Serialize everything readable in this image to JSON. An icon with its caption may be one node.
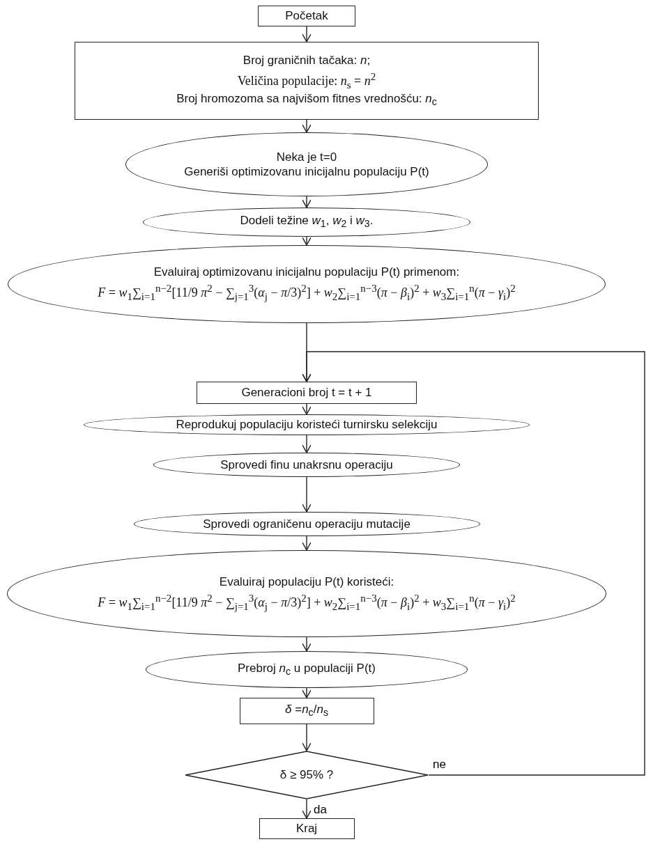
{
  "diagram": {
    "nodes": [
      {
        "text": [
          "Početak"
        ]
      },
      {
        "text": [
          "Broj graničnih tačaka: *n*;",
          "Veličina populacije: *n*$_{s}$ = *n*$^{2}$",
          "Broj hromozoma sa najvišom fitnes vrednošću: *n*$_{c}$"
        ]
      },
      {
        "text": [
          "Neka je t=0",
          "Generiši optimizovanu inicijalnu populaciju P(t)"
        ]
      },
      {
        "text": [
          "Dodeli težine *w*$_{1}$, *w*$_{2}$ i *w*$_{3}$."
        ]
      },
      {
        "text": [
          "Evaluiraj optimizovanu inicijalnu populaciju P(t) primenom:",
          "*F* = *w*$_{1}$∑$_{i=1}$$^{n−2}$[11/9 *π*$^{2}$ − ∑$_{j=1}$$^{3}$(*α*$_{j}$ − *π*/3)$^{2}$] + *w*$_{2}$∑$_{i=1}$$^{n−3}$(*π* − *β*$_{i}$)$^{2}$ + *w*$_{3}$∑$_{i=1}$$^{n}$(*π* − *γ*$_{i}$)$^{2}$"
        ]
      },
      {
        "text": [
          "Generacioni broj t = t + 1"
        ]
      },
      {
        "text": [
          "Reprodukuj populaciju koristeći turnirsku selekciju"
        ]
      },
      {
        "text": [
          "Sprovedi finu unakrsnu operaciju"
        ]
      },
      {
        "text": [
          "Sprovedi ograničenu operaciju mutacije"
        ]
      },
      {
        "text": [
          "Evaluiraj populaciju P(t) koristeći:",
          "*F* = *w*$_{1}$∑$_{i=1}$$^{n−2}$[11/9 *π*$^{2}$ − ∑$_{j=1}$$^{3}$(*α*$_{j}$ − *π*/3)$^{2}$] + *w*$_{2}$∑$_{i=1}$$^{n−3}$(*π* − *β*$_{i}$)$^{2}$ + *w*$_{3}$∑$_{i=1}$$^{n}$(*π* − *γ*$_{i}$)$^{2}$"
        ]
      },
      {
        "text": [
          "Prebroj *n*$_{c}$ u populaciji P(t)"
        ]
      },
      {
        "text": [
          "*δ* =*n*$_{c}$/*n*$_{s}$"
        ]
      },
      {
        "text": [
          "δ ≥ 95% ?"
        ]
      },
      {
        "text": [
          "Kraj"
        ]
      }
    ],
    "edges": [
      {
        "from": 0,
        "to": 1,
        "arrow": "to"
      },
      {
        "from": 1,
        "to": 2,
        "arrow": "to"
      },
      {
        "from": 2,
        "to": 3,
        "arrow": "to"
      },
      {
        "from": 3,
        "to": 4,
        "arrow": "to"
      },
      {
        "from": 4,
        "to": 5,
        "arrow": "to"
      },
      {
        "from": 5,
        "to": 6,
        "arrow": "to"
      },
      {
        "from": 6,
        "to": 7,
        "arrow": "to"
      },
      {
        "from": 7,
        "to": 8,
        "arrow": "to"
      },
      {
        "from": 8,
        "to": 9,
        "arrow": "to"
      },
      {
        "from": 9,
        "to": 10,
        "arrow": "to"
      },
      {
        "from": 10,
        "to": 11,
        "arrow": "to"
      },
      {
        "from": 11,
        "to": 12,
        "arrow": "to"
      },
      {
        "from": 12,
        "to": 13,
        "arrow": "to",
        "label": "da"
      },
      {
        "from": 12,
        "to": 5,
        "arrow": "to",
        "label": "ne"
      }
    ]
  }
}
